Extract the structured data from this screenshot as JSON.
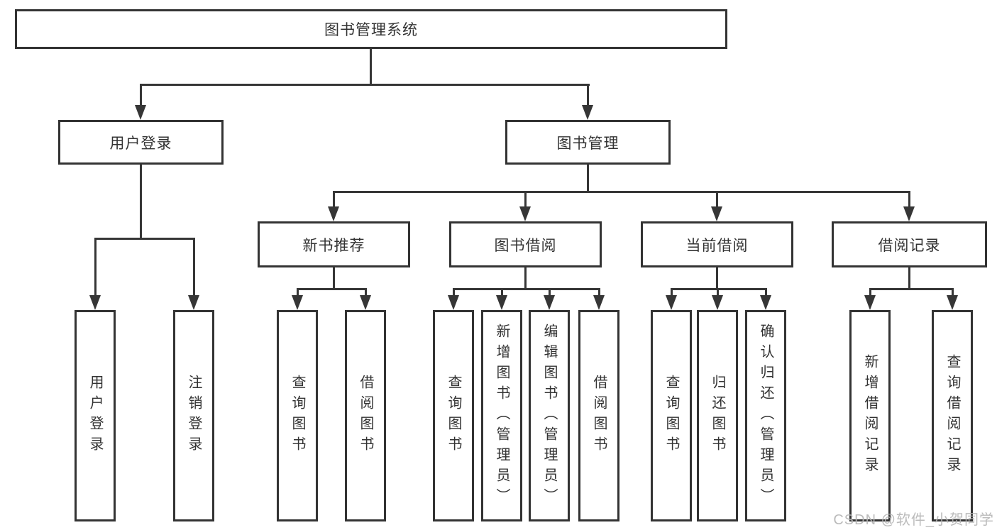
{
  "diagram": {
    "root": {
      "label": "图书管理系统"
    },
    "branches": [
      {
        "label": "用户登录",
        "leaves": [
          {
            "label": "用户登录"
          },
          {
            "label": "注销登录"
          }
        ]
      },
      {
        "label": "图书管理",
        "children": [
          {
            "label": "新书推荐",
            "leaves": [
              {
                "label": "查询图书"
              },
              {
                "label": "借阅图书"
              }
            ]
          },
          {
            "label": "图书借阅",
            "leaves": [
              {
                "label": "查询图书"
              },
              {
                "label": "新增图书（管理员）"
              },
              {
                "label": "编辑图书（管理员）"
              },
              {
                "label": "借阅图书"
              }
            ]
          },
          {
            "label": "当前借阅",
            "leaves": [
              {
                "label": "查询图书"
              },
              {
                "label": "归还图书"
              },
              {
                "label": "确认归还（管理员）"
              }
            ]
          },
          {
            "label": "借阅记录",
            "leaves": [
              {
                "label": "新增借阅记录"
              },
              {
                "label": "查询借阅记录"
              }
            ]
          }
        ]
      }
    ]
  },
  "watermark": {
    "text": "CSDN @软件_小贺同学"
  },
  "colors": {
    "line": "#363636",
    "box_border": "#333333",
    "text": "#333333",
    "watermark": "#b4b4b4",
    "background": "#ffffff"
  }
}
